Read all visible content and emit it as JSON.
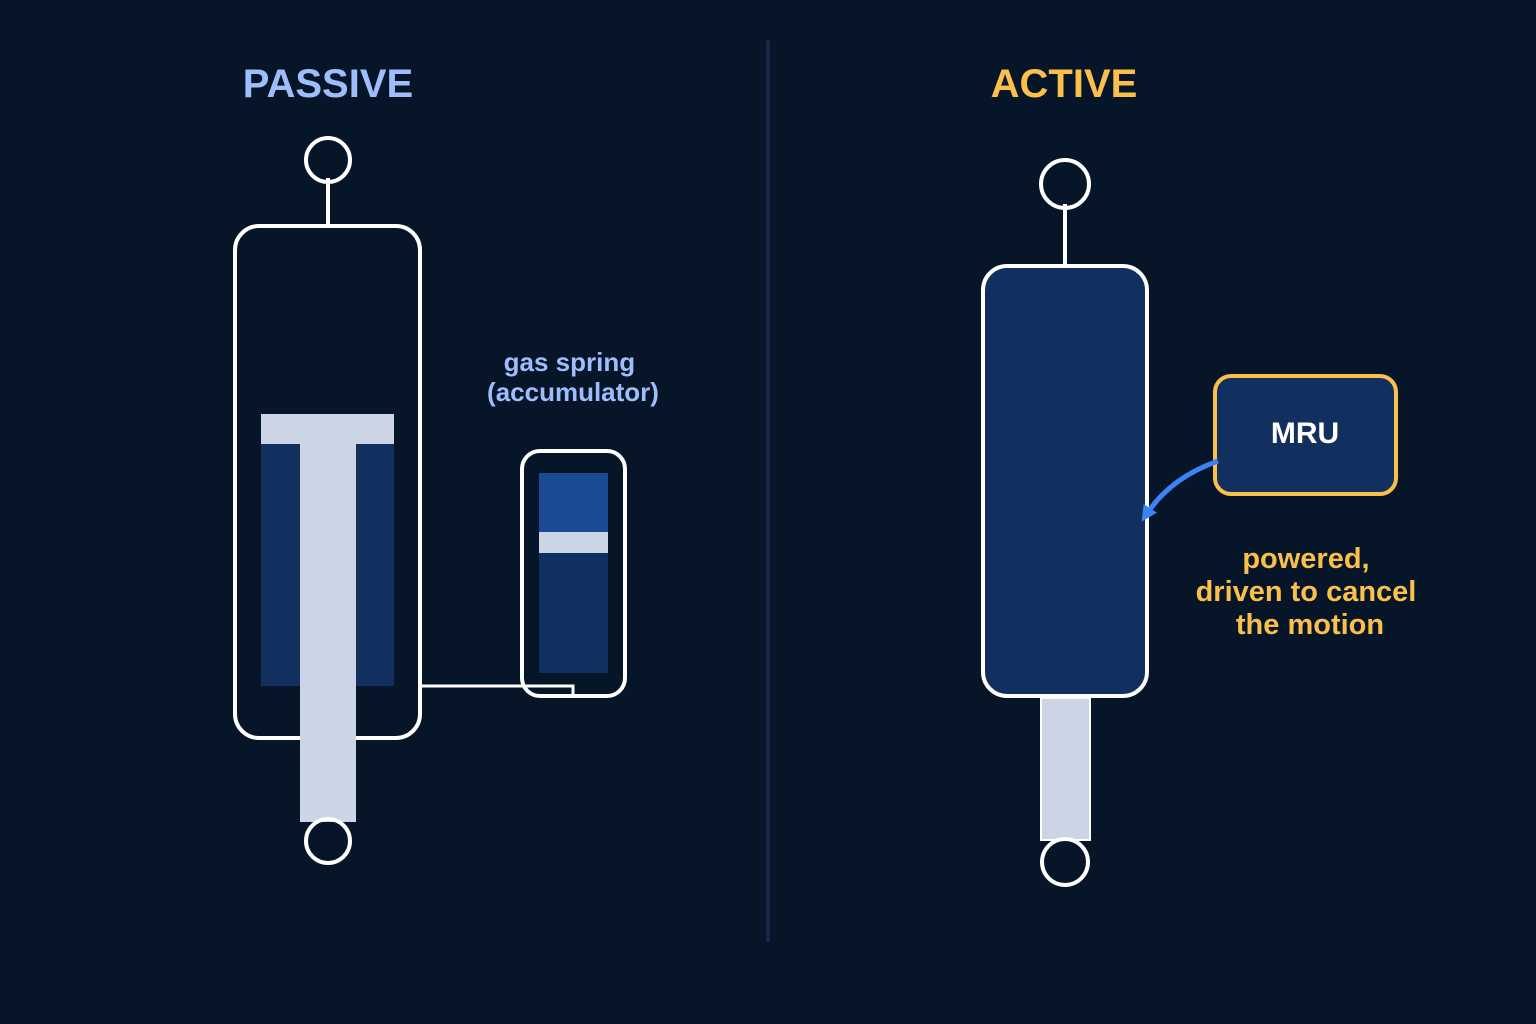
{
  "passive": {
    "title": "PASSIVE",
    "accumulator_label": [
      "gas spring",
      "(accumulator)"
    ]
  },
  "active": {
    "title": "ACTIVE",
    "sensor_label": "MRU",
    "note_lines": [
      "powered,",
      "driven to cancel",
      "the motion"
    ]
  },
  "colors": {
    "background": "#071528",
    "passive_accent": "#9dbdfc",
    "active_accent": "#fbbf4b",
    "outline": "#ffffff",
    "fluid": "#12305f",
    "gas": "#1b4a94",
    "rod": "#cbd5e6",
    "divider": "#15284a",
    "arrow": "#3b82f6"
  }
}
